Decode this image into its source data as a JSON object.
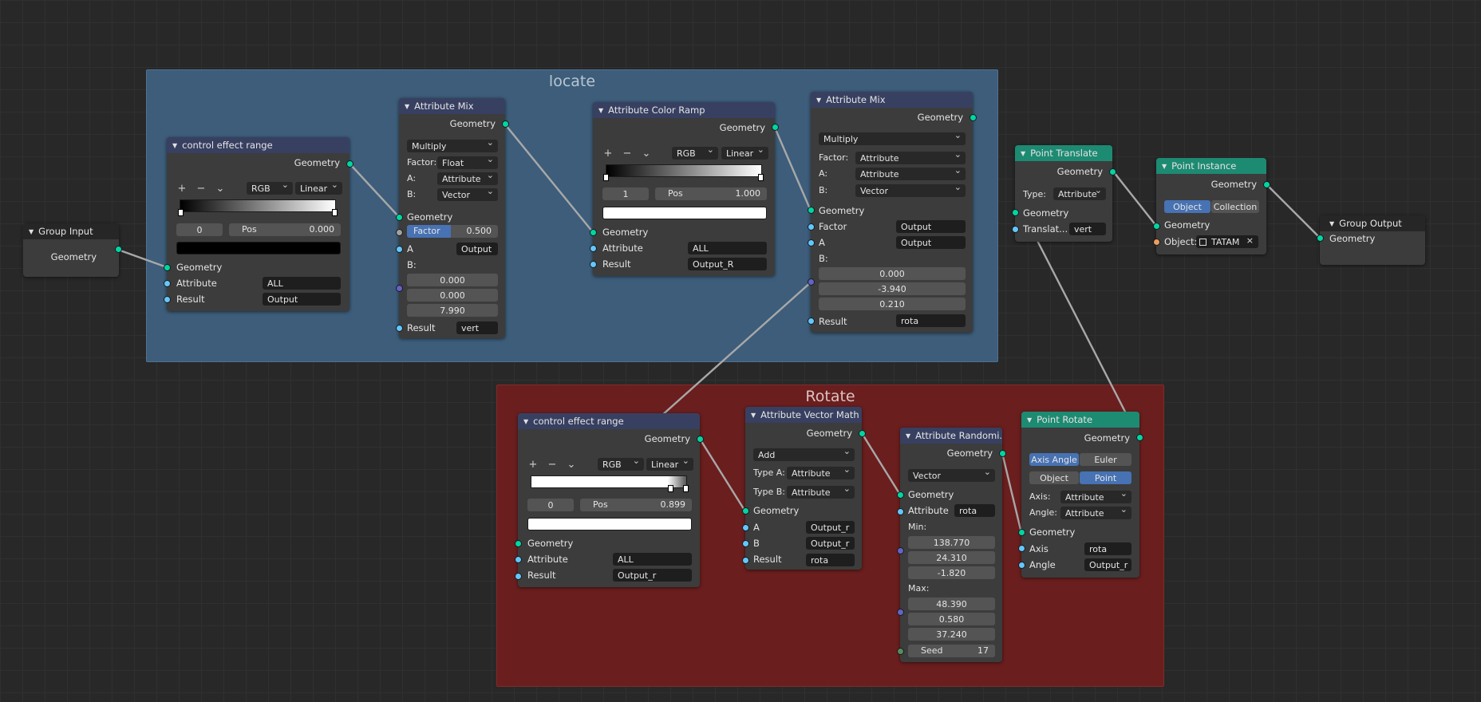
{
  "frames": {
    "locate": "locate",
    "rotate": "Rotate"
  },
  "group_input": {
    "title": "Group Input",
    "out_geometry": "Geometry"
  },
  "group_output": {
    "title": "Group Output",
    "in_geometry": "Geometry"
  },
  "cer1": {
    "title": "control effect range",
    "out_geometry": "Geometry",
    "tools": [
      "+",
      "−",
      "⌄"
    ],
    "mode": "RGB",
    "interp": "Linear",
    "stop_index": "0",
    "pos_label": "Pos",
    "pos_value": "0.000",
    "color": "#000000",
    "in_geometry": "Geometry",
    "in_attribute": "Attribute",
    "attribute_value": "ALL",
    "in_result": "Result",
    "result_value": "Output"
  },
  "mix1": {
    "title": "Attribute Mix",
    "out_geometry": "Geometry",
    "blend": "Multiply",
    "factor_label": "Factor:",
    "factor_type": "Float",
    "a_label": "A:",
    "a_type": "Attribute",
    "b_label": "B:",
    "b_type": "Vector",
    "in_geometry": "Geometry",
    "factor_name": "Factor",
    "factor_value": "0.500",
    "in_a": "A",
    "a_value": "Output",
    "in_b": "B:",
    "b_values": [
      "0.000",
      "0.000",
      "7.990"
    ],
    "in_result": "Result",
    "result_value": "vert"
  },
  "ramp1": {
    "title": "Attribute Color Ramp",
    "out_geometry": "Geometry",
    "tools": [
      "+",
      "−",
      "⌄"
    ],
    "mode": "RGB",
    "interp": "Linear",
    "stop_index": "1",
    "pos_label": "Pos",
    "pos_value": "1.000",
    "color": "#ffffff",
    "in_geometry": "Geometry",
    "in_attribute": "Attribute",
    "attribute_value": "ALL",
    "in_result": "Result",
    "result_value": "Output_R"
  },
  "mix2": {
    "title": "Attribute Mix",
    "out_geometry": "Geometry",
    "blend": "Multiply",
    "factor_label": "Factor:",
    "factor_type": "Attribute",
    "a_label": "A:",
    "a_type": "Attribute",
    "b_label": "B:",
    "b_type": "Vector",
    "in_geometry": "Geometry",
    "in_factor": "Factor",
    "factor_value": "Output",
    "in_a": "A",
    "a_value": "Output",
    "in_b": "B:",
    "b_values": [
      "0.000",
      "-3.940",
      "0.210"
    ],
    "in_result": "Result",
    "result_value": "rota"
  },
  "translate": {
    "title": "Point Translate",
    "out_geometry": "Geometry",
    "type_label": "Type:",
    "type_value": "Attribute",
    "in_geometry": "Geometry",
    "in_translation": "Translat...",
    "translation_value": "vert"
  },
  "instance": {
    "title": "Point Instance",
    "out_geometry": "Geometry",
    "btn_object": "Object",
    "btn_collection": "Collection",
    "in_geometry": "Geometry",
    "in_object": "Object:",
    "object_value": "TATAM",
    "clear": "×"
  },
  "cer2": {
    "title": "control effect range",
    "out_geometry": "Geometry",
    "tools": [
      "+",
      "−",
      "⌄"
    ],
    "mode": "RGB",
    "interp": "Linear",
    "stop_index": "0",
    "pos_label": "Pos",
    "pos_value": "0.899",
    "color": "#ffffff",
    "in_geometry": "Geometry",
    "in_attribute": "Attribute",
    "attribute_value": "ALL",
    "in_result": "Result",
    "result_value": "Output_r"
  },
  "vmath": {
    "title": "Attribute Vector Math",
    "out_geometry": "Geometry",
    "operation": "Add",
    "type_a_label": "Type A:",
    "type_a": "Attribute",
    "type_b_label": "Type B:",
    "type_b": "Attribute",
    "in_geometry": "Geometry",
    "in_a": "A",
    "a_value": "Output_r",
    "in_b": "B",
    "b_value": "Output_r",
    "in_result": "Result",
    "result_value": "rota"
  },
  "randomize": {
    "title": "Attribute Randomi...",
    "out_geometry": "Geometry",
    "data_type": "Vector",
    "in_geometry": "Geometry",
    "in_attribute": "Attribute",
    "attribute_value": "rota",
    "min_label": "Min:",
    "min_values": [
      "138.770",
      "24.310",
      "-1.820"
    ],
    "max_label": "Max:",
    "max_values": [
      "48.390",
      "0.580",
      "37.240"
    ],
    "seed_label": "Seed",
    "seed_value": "17"
  },
  "rotate": {
    "title": "Point Rotate",
    "out_geometry": "Geometry",
    "btn_axis_angle": "Axis Angle",
    "btn_euler": "Euler",
    "btn_object": "Object",
    "btn_point": "Point",
    "axis_label": "Axis:",
    "axis_type": "Attribute",
    "angle_label": "Angle:",
    "angle_type": "Attribute",
    "in_geometry": "Geometry",
    "in_axis": "Axis",
    "axis_value": "rota",
    "in_angle": "Angle",
    "angle_value": "Output_r"
  },
  "colors": {
    "geometry_socket": "#00d6a3",
    "attribute_socket": "#63c7ff",
    "float_socket": "#a1a1a1",
    "vector_socket": "#6363c7",
    "object_socket": "#ed9e5c",
    "integer_socket": "#598c5c",
    "attribute_header": "#384061",
    "geometry_header": "#1d8a72",
    "frame_locate": "#3d5d7a",
    "frame_rotate": "#6b1e1e",
    "active_button": "#4772b3"
  }
}
